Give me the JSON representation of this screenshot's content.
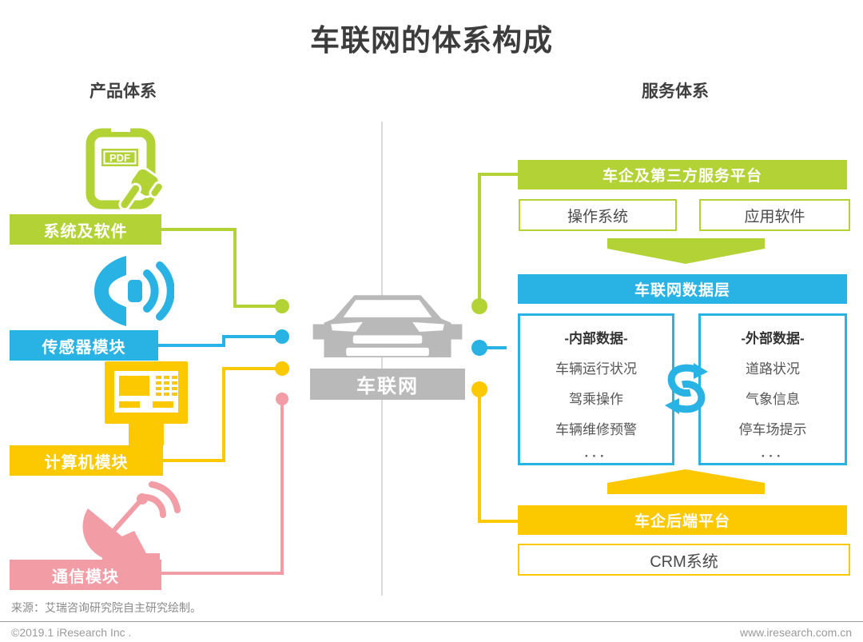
{
  "title": "车联网的体系构成",
  "sections": {
    "left": "产品体系",
    "right": "服务体系"
  },
  "product_system": {
    "items": [
      {
        "label": "系统及软件",
        "icon": "pdf-document-icon",
        "color": "#b2d235"
      },
      {
        "label": "传感器模块",
        "icon": "sensor-signal-icon",
        "color": "#29b2e4"
      },
      {
        "label": "计算机模块",
        "icon": "computer-terminal-icon",
        "color": "#fcc800"
      },
      {
        "label": "通信模块",
        "icon": "satellite-dish-icon",
        "color": "#f29ca6"
      }
    ]
  },
  "vehicle": {
    "label": "车联网",
    "icon": "car-front-icon",
    "color": "#b9b9b9"
  },
  "service_system": {
    "top_platform": {
      "title": "车企及第三方服务平台",
      "sub_boxes": [
        "操作系统",
        "应用软件"
      ]
    },
    "data_layer": {
      "title": "车联网数据层",
      "internal_data": {
        "title": "-内部数据-",
        "items": [
          "车辆运行状况",
          "驾乘操作",
          "车辆维修预警",
          "···"
        ]
      },
      "external_data": {
        "title": "-外部数据-",
        "items": [
          "道路状况",
          "气象信息",
          "停车场提示",
          "···"
        ]
      },
      "sync_icon": "data-sync-icon"
    },
    "bottom_platform": {
      "title": "车企后端平台",
      "sub_boxes": [
        "CRM系统"
      ]
    }
  },
  "footer": {
    "source": "来源：艾瑞咨询研究院自主研究绘制。",
    "copyright": "©2019.1 iResearch Inc .",
    "website": "www.iresearch.com.cn"
  },
  "colors": {
    "green": "#b2d235",
    "blue": "#29b2e4",
    "yellow": "#fcc800",
    "pink": "#f29ca6",
    "gray": "#b9b9b9",
    "text_dark": "#3c3c3c"
  }
}
